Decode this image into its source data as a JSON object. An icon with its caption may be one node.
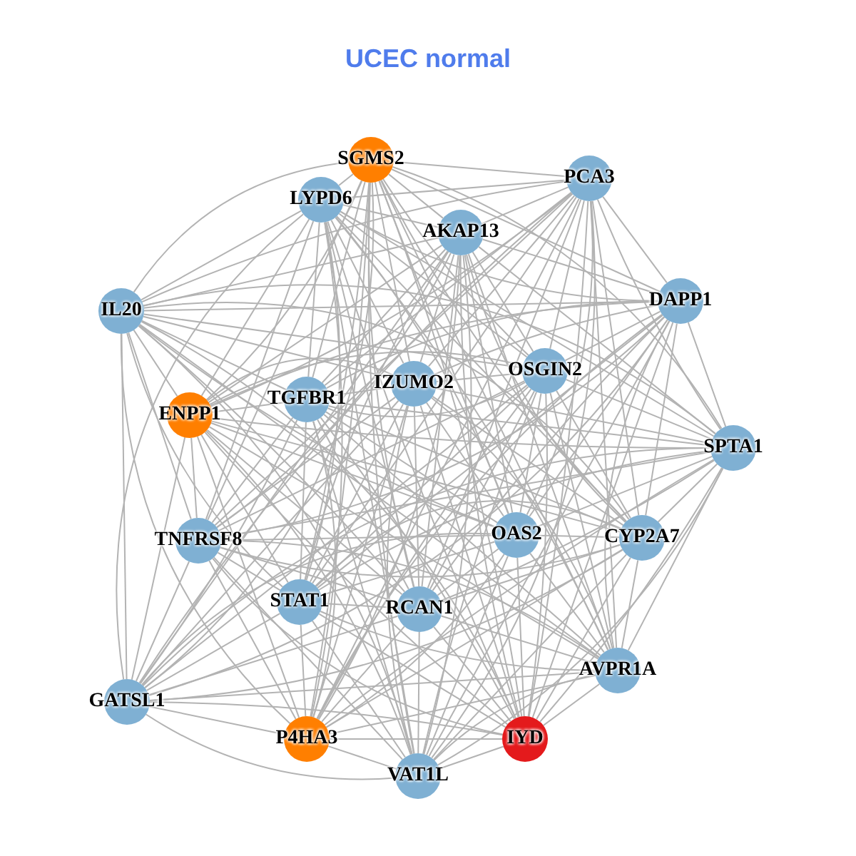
{
  "diagram": {
    "title": "UCEC normal",
    "nodes": [
      {
        "text": [
          "SGMS2"
        ]
      },
      {
        "text": [
          "PCA3"
        ]
      },
      {
        "text": [
          "LYPD6"
        ]
      },
      {
        "text": [
          "AKAP13"
        ]
      },
      {
        "text": [
          "IL20"
        ]
      },
      {
        "text": [
          "DAPP1"
        ]
      },
      {
        "text": [
          "IZUMO2"
        ]
      },
      {
        "text": [
          "OSGIN2"
        ]
      },
      {
        "text": [
          "ENPP1"
        ]
      },
      {
        "text": [
          "TGFBR1"
        ]
      },
      {
        "text": [
          "SPTA1"
        ]
      },
      {
        "text": [
          "TNFRSF8"
        ]
      },
      {
        "text": [
          "OAS2"
        ]
      },
      {
        "text": [
          "CYP2A7"
        ]
      },
      {
        "text": [
          "STAT1"
        ]
      },
      {
        "text": [
          "RCAN1"
        ]
      },
      {
        "text": [
          "AVPR1A"
        ]
      },
      {
        "text": [
          "GATSL1"
        ]
      },
      {
        "text": [
          "P4HA3"
        ]
      },
      {
        "text": [
          "IYD"
        ]
      },
      {
        "text": [
          "VAT1L"
        ]
      }
    ],
    "edges": [
      {
        "from": 0,
        "to": 1,
        "arrow": "none"
      },
      {
        "from": 0,
        "to": 2,
        "arrow": "none"
      },
      {
        "from": 0,
        "to": 3,
        "arrow": "none"
      },
      {
        "from": 0,
        "to": 4,
        "arrow": "none"
      },
      {
        "from": 0,
        "to": 5,
        "arrow": "none"
      },
      {
        "from": 0,
        "to": 6,
        "arrow": "none"
      },
      {
        "from": 0,
        "to": 7,
        "arrow": "none"
      },
      {
        "from": 0,
        "to": 8,
        "arrow": "none"
      },
      {
        "from": 0,
        "to": 9,
        "arrow": "none"
      },
      {
        "from": 0,
        "to": 10,
        "arrow": "none"
      },
      {
        "from": 0,
        "to": 11,
        "arrow": "none"
      },
      {
        "from": 0,
        "to": 12,
        "arrow": "none"
      },
      {
        "from": 0,
        "to": 13,
        "arrow": "none"
      },
      {
        "from": 0,
        "to": 14,
        "arrow": "none"
      },
      {
        "from": 0,
        "to": 15,
        "arrow": "none"
      },
      {
        "from": 0,
        "to": 16,
        "arrow": "none"
      },
      {
        "from": 0,
        "to": 17,
        "arrow": "none"
      },
      {
        "from": 0,
        "to": 18,
        "arrow": "none"
      },
      {
        "from": 0,
        "to": 19,
        "arrow": "none"
      },
      {
        "from": 0,
        "to": 20,
        "arrow": "none"
      },
      {
        "from": 1,
        "to": 2,
        "arrow": "none"
      },
      {
        "from": 1,
        "to": 3,
        "arrow": "none"
      },
      {
        "from": 1,
        "to": 4,
        "arrow": "none"
      },
      {
        "from": 1,
        "to": 5,
        "arrow": "none"
      },
      {
        "from": 1,
        "to": 6,
        "arrow": "none"
      },
      {
        "from": 1,
        "to": 7,
        "arrow": "none"
      },
      {
        "from": 1,
        "to": 8,
        "arrow": "none"
      },
      {
        "from": 1,
        "to": 9,
        "arrow": "none"
      },
      {
        "from": 1,
        "to": 10,
        "arrow": "none"
      },
      {
        "from": 1,
        "to": 11,
        "arrow": "none"
      },
      {
        "from": 1,
        "to": 12,
        "arrow": "none"
      },
      {
        "from": 1,
        "to": 13,
        "arrow": "none"
      },
      {
        "from": 1,
        "to": 14,
        "arrow": "none"
      },
      {
        "from": 1,
        "to": 15,
        "arrow": "none"
      },
      {
        "from": 1,
        "to": 16,
        "arrow": "none"
      },
      {
        "from": 1,
        "to": 17,
        "arrow": "none"
      },
      {
        "from": 1,
        "to": 18,
        "arrow": "none"
      },
      {
        "from": 1,
        "to": 19,
        "arrow": "none"
      },
      {
        "from": 1,
        "to": 20,
        "arrow": "none"
      },
      {
        "from": 2,
        "to": 3,
        "arrow": "none"
      },
      {
        "from": 2,
        "to": 4,
        "arrow": "none"
      },
      {
        "from": 2,
        "to": 5,
        "arrow": "none"
      },
      {
        "from": 2,
        "to": 6,
        "arrow": "none"
      },
      {
        "from": 2,
        "to": 7,
        "arrow": "none"
      },
      {
        "from": 2,
        "to": 8,
        "arrow": "none"
      },
      {
        "from": 2,
        "to": 9,
        "arrow": "none"
      },
      {
        "from": 2,
        "to": 10,
        "arrow": "none"
      },
      {
        "from": 2,
        "to": 11,
        "arrow": "none"
      },
      {
        "from": 2,
        "to": 12,
        "arrow": "none"
      },
      {
        "from": 2,
        "to": 13,
        "arrow": "none"
      },
      {
        "from": 2,
        "to": 14,
        "arrow": "none"
      },
      {
        "from": 2,
        "to": 15,
        "arrow": "none"
      },
      {
        "from": 2,
        "to": 16,
        "arrow": "none"
      },
      {
        "from": 2,
        "to": 17,
        "arrow": "none"
      },
      {
        "from": 2,
        "to": 18,
        "arrow": "none"
      },
      {
        "from": 2,
        "to": 19,
        "arrow": "none"
      },
      {
        "from": 2,
        "to": 20,
        "arrow": "none"
      },
      {
        "from": 3,
        "to": 4,
        "arrow": "none"
      },
      {
        "from": 3,
        "to": 5,
        "arrow": "none"
      },
      {
        "from": 3,
        "to": 6,
        "arrow": "none"
      },
      {
        "from": 3,
        "to": 7,
        "arrow": "none"
      },
      {
        "from": 3,
        "to": 8,
        "arrow": "none"
      },
      {
        "from": 3,
        "to": 9,
        "arrow": "none"
      },
      {
        "from": 3,
        "to": 10,
        "arrow": "none"
      },
      {
        "from": 3,
        "to": 11,
        "arrow": "none"
      },
      {
        "from": 3,
        "to": 12,
        "arrow": "none"
      },
      {
        "from": 3,
        "to": 13,
        "arrow": "none"
      },
      {
        "from": 3,
        "to": 14,
        "arrow": "none"
      },
      {
        "from": 3,
        "to": 15,
        "arrow": "none"
      },
      {
        "from": 3,
        "to": 16,
        "arrow": "none"
      },
      {
        "from": 3,
        "to": 17,
        "arrow": "none"
      },
      {
        "from": 3,
        "to": 18,
        "arrow": "none"
      },
      {
        "from": 3,
        "to": 19,
        "arrow": "none"
      },
      {
        "from": 3,
        "to": 20,
        "arrow": "none"
      },
      {
        "from": 4,
        "to": 5,
        "arrow": "none"
      },
      {
        "from": 4,
        "to": 6,
        "arrow": "none"
      },
      {
        "from": 4,
        "to": 7,
        "arrow": "none"
      },
      {
        "from": 4,
        "to": 8,
        "arrow": "none"
      },
      {
        "from": 4,
        "to": 9,
        "arrow": "none"
      },
      {
        "from": 4,
        "to": 10,
        "arrow": "none"
      },
      {
        "from": 4,
        "to": 11,
        "arrow": "none"
      },
      {
        "from": 4,
        "to": 12,
        "arrow": "none"
      },
      {
        "from": 4,
        "to": 13,
        "arrow": "none"
      },
      {
        "from": 4,
        "to": 14,
        "arrow": "none"
      },
      {
        "from": 4,
        "to": 15,
        "arrow": "none"
      },
      {
        "from": 4,
        "to": 16,
        "arrow": "none"
      },
      {
        "from": 4,
        "to": 17,
        "arrow": "none"
      },
      {
        "from": 4,
        "to": 18,
        "arrow": "none"
      },
      {
        "from": 4,
        "to": 19,
        "arrow": "none"
      },
      {
        "from": 4,
        "to": 20,
        "arrow": "none"
      },
      {
        "from": 5,
        "to": 6,
        "arrow": "none"
      },
      {
        "from": 5,
        "to": 7,
        "arrow": "none"
      },
      {
        "from": 5,
        "to": 8,
        "arrow": "none"
      },
      {
        "from": 5,
        "to": 9,
        "arrow": "none"
      },
      {
        "from": 5,
        "to": 10,
        "arrow": "none"
      },
      {
        "from": 5,
        "to": 11,
        "arrow": "none"
      },
      {
        "from": 5,
        "to": 12,
        "arrow": "none"
      },
      {
        "from": 5,
        "to": 13,
        "arrow": "none"
      },
      {
        "from": 5,
        "to": 14,
        "arrow": "none"
      },
      {
        "from": 5,
        "to": 15,
        "arrow": "none"
      },
      {
        "from": 5,
        "to": 16,
        "arrow": "none"
      },
      {
        "from": 5,
        "to": 17,
        "arrow": "none"
      },
      {
        "from": 5,
        "to": 18,
        "arrow": "none"
      },
      {
        "from": 5,
        "to": 19,
        "arrow": "none"
      },
      {
        "from": 5,
        "to": 20,
        "arrow": "none"
      },
      {
        "from": 6,
        "to": 7,
        "arrow": "none"
      },
      {
        "from": 6,
        "to": 8,
        "arrow": "none"
      },
      {
        "from": 6,
        "to": 9,
        "arrow": "none"
      },
      {
        "from": 6,
        "to": 10,
        "arrow": "none"
      },
      {
        "from": 6,
        "to": 11,
        "arrow": "none"
      },
      {
        "from": 6,
        "to": 12,
        "arrow": "none"
      },
      {
        "from": 6,
        "to": 13,
        "arrow": "none"
      },
      {
        "from": 6,
        "to": 14,
        "arrow": "none"
      },
      {
        "from": 6,
        "to": 15,
        "arrow": "none"
      },
      {
        "from": 6,
        "to": 16,
        "arrow": "none"
      },
      {
        "from": 6,
        "to": 17,
        "arrow": "none"
      },
      {
        "from": 6,
        "to": 18,
        "arrow": "none"
      },
      {
        "from": 6,
        "to": 19,
        "arrow": "none"
      },
      {
        "from": 6,
        "to": 20,
        "arrow": "none"
      },
      {
        "from": 7,
        "to": 8,
        "arrow": "none"
      },
      {
        "from": 7,
        "to": 9,
        "arrow": "none"
      },
      {
        "from": 7,
        "to": 10,
        "arrow": "none"
      },
      {
        "from": 7,
        "to": 11,
        "arrow": "none"
      },
      {
        "from": 7,
        "to": 12,
        "arrow": "none"
      },
      {
        "from": 7,
        "to": 13,
        "arrow": "none"
      },
      {
        "from": 7,
        "to": 14,
        "arrow": "none"
      },
      {
        "from": 7,
        "to": 15,
        "arrow": "none"
      },
      {
        "from": 7,
        "to": 16,
        "arrow": "none"
      },
      {
        "from": 7,
        "to": 17,
        "arrow": "none"
      },
      {
        "from": 7,
        "to": 18,
        "arrow": "none"
      },
      {
        "from": 7,
        "to": 19,
        "arrow": "none"
      },
      {
        "from": 7,
        "to": 20,
        "arrow": "none"
      },
      {
        "from": 8,
        "to": 9,
        "arrow": "none"
      },
      {
        "from": 8,
        "to": 10,
        "arrow": "none"
      },
      {
        "from": 8,
        "to": 11,
        "arrow": "none"
      },
      {
        "from": 8,
        "to": 12,
        "arrow": "none"
      },
      {
        "from": 8,
        "to": 13,
        "arrow": "none"
      },
      {
        "from": 8,
        "to": 14,
        "arrow": "none"
      },
      {
        "from": 8,
        "to": 15,
        "arrow": "none"
      },
      {
        "from": 8,
        "to": 16,
        "arrow": "none"
      },
      {
        "from": 8,
        "to": 17,
        "arrow": "none"
      },
      {
        "from": 8,
        "to": 18,
        "arrow": "none"
      },
      {
        "from": 8,
        "to": 19,
        "arrow": "none"
      },
      {
        "from": 8,
        "to": 20,
        "arrow": "none"
      },
      {
        "from": 9,
        "to": 10,
        "arrow": "none"
      },
      {
        "from": 9,
        "to": 11,
        "arrow": "none"
      },
      {
        "from": 9,
        "to": 12,
        "arrow": "none"
      },
      {
        "from": 9,
        "to": 13,
        "arrow": "none"
      },
      {
        "from": 9,
        "to": 14,
        "arrow": "none"
      },
      {
        "from": 9,
        "to": 15,
        "arrow": "none"
      },
      {
        "from": 9,
        "to": 16,
        "arrow": "none"
      },
      {
        "from": 9,
        "to": 17,
        "arrow": "none"
      },
      {
        "from": 9,
        "to": 18,
        "arrow": "none"
      },
      {
        "from": 9,
        "to": 19,
        "arrow": "none"
      },
      {
        "from": 9,
        "to": 20,
        "arrow": "none"
      },
      {
        "from": 10,
        "to": 11,
        "arrow": "none"
      },
      {
        "from": 10,
        "to": 12,
        "arrow": "none"
      },
      {
        "from": 10,
        "to": 13,
        "arrow": "none"
      },
      {
        "from": 10,
        "to": 14,
        "arrow": "none"
      },
      {
        "from": 10,
        "to": 15,
        "arrow": "none"
      },
      {
        "from": 10,
        "to": 16,
        "arrow": "none"
      },
      {
        "from": 10,
        "to": 17,
        "arrow": "none"
      },
      {
        "from": 10,
        "to": 18,
        "arrow": "none"
      },
      {
        "from": 10,
        "to": 19,
        "arrow": "none"
      },
      {
        "from": 10,
        "to": 20,
        "arrow": "none"
      },
      {
        "from": 11,
        "to": 12,
        "arrow": "none"
      },
      {
        "from": 11,
        "to": 13,
        "arrow": "none"
      },
      {
        "from": 11,
        "to": 14,
        "arrow": "none"
      },
      {
        "from": 11,
        "to": 15,
        "arrow": "none"
      },
      {
        "from": 11,
        "to": 16,
        "arrow": "none"
      },
      {
        "from": 11,
        "to": 17,
        "arrow": "none"
      },
      {
        "from": 11,
        "to": 18,
        "arrow": "none"
      },
      {
        "from": 11,
        "to": 19,
        "arrow": "none"
      },
      {
        "from": 11,
        "to": 20,
        "arrow": "none"
      },
      {
        "from": 12,
        "to": 13,
        "arrow": "none"
      },
      {
        "from": 12,
        "to": 14,
        "arrow": "none"
      },
      {
        "from": 12,
        "to": 15,
        "arrow": "none"
      },
      {
        "from": 12,
        "to": 16,
        "arrow": "none"
      },
      {
        "from": 12,
        "to": 17,
        "arrow": "none"
      },
      {
        "from": 12,
        "to": 18,
        "arrow": "none"
      },
      {
        "from": 12,
        "to": 19,
        "arrow": "none"
      },
      {
        "from": 12,
        "to": 20,
        "arrow": "none"
      },
      {
        "from": 13,
        "to": 14,
        "arrow": "none"
      },
      {
        "from": 13,
        "to": 15,
        "arrow": "none"
      },
      {
        "from": 13,
        "to": 16,
        "arrow": "none"
      },
      {
        "from": 13,
        "to": 17,
        "arrow": "none"
      },
      {
        "from": 13,
        "to": 18,
        "arrow": "none"
      },
      {
        "from": 13,
        "to": 19,
        "arrow": "none"
      },
      {
        "from": 13,
        "to": 20,
        "arrow": "none"
      },
      {
        "from": 14,
        "to": 15,
        "arrow": "none"
      },
      {
        "from": 14,
        "to": 16,
        "arrow": "none"
      },
      {
        "from": 14,
        "to": 17,
        "arrow": "none"
      },
      {
        "from": 14,
        "to": 18,
        "arrow": "none"
      },
      {
        "from": 14,
        "to": 19,
        "arrow": "none"
      },
      {
        "from": 14,
        "to": 20,
        "arrow": "none"
      },
      {
        "from": 15,
        "to": 16,
        "arrow": "none"
      },
      {
        "from": 15,
        "to": 17,
        "arrow": "none"
      },
      {
        "from": 15,
        "to": 18,
        "arrow": "none"
      },
      {
        "from": 15,
        "to": 19,
        "arrow": "none"
      },
      {
        "from": 15,
        "to": 20,
        "arrow": "none"
      },
      {
        "from": 16,
        "to": 17,
        "arrow": "none"
      },
      {
        "from": 16,
        "to": 18,
        "arrow": "none"
      },
      {
        "from": 16,
        "to": 19,
        "arrow": "none"
      },
      {
        "from": 16,
        "to": 20,
        "arrow": "none"
      },
      {
        "from": 17,
        "to": 18,
        "arrow": "none"
      },
      {
        "from": 17,
        "to": 19,
        "arrow": "none"
      },
      {
        "from": 17,
        "to": 20,
        "arrow": "none"
      },
      {
        "from": 18,
        "to": 19,
        "arrow": "none"
      },
      {
        "from": 18,
        "to": 20,
        "arrow": "none"
      },
      {
        "from": 19,
        "to": 20,
        "arrow": "none"
      }
    ]
  }
}
